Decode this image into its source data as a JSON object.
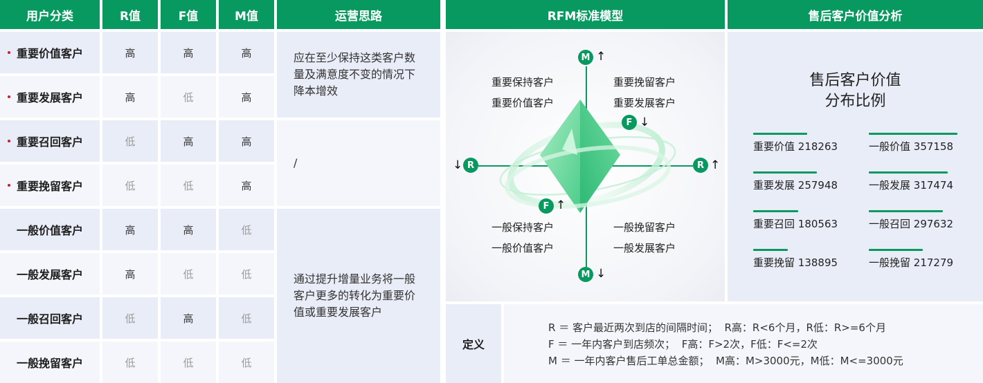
{
  "headers": {
    "user_class": "用户分类",
    "r": "R值",
    "f": "F值",
    "m": "M值",
    "ops": "运营思路",
    "rfm_model": "RFM标准模型",
    "after_sales": "售后客户价值分析"
  },
  "rows": [
    {
      "name": "重要价值客户",
      "important": true,
      "r": "高",
      "f": "高",
      "m": "高"
    },
    {
      "name": "重要发展客户",
      "important": true,
      "r": "高",
      "f": "低",
      "m": "高"
    },
    {
      "name": "重要召回客户",
      "important": true,
      "r": "低",
      "f": "高",
      "m": "高"
    },
    {
      "name": "重要挽留客户",
      "important": true,
      "r": "低",
      "f": "低",
      "m": "高"
    },
    {
      "name": "一般价值客户",
      "important": false,
      "r": "高",
      "f": "高",
      "m": "低"
    },
    {
      "name": "一般发展客户",
      "important": false,
      "r": "高",
      "f": "低",
      "m": "低"
    },
    {
      "name": "一般召回客户",
      "important": false,
      "r": "低",
      "f": "高",
      "m": "低"
    },
    {
      "name": "一般挽留客户",
      "important": false,
      "r": "低",
      "f": "低",
      "m": "低"
    }
  ],
  "ops": [
    "应在至少保持这类客户数量及满意度不变的情况下降本增效",
    "/",
    "通过提升增量业务将一般客户更多的转化为重要价值或重要发展客户"
  ],
  "rfm": {
    "quadrants": {
      "top_left": [
        "重要保持客户",
        "重要价值客户"
      ],
      "top_right": [
        "重要挽留客户",
        "重要发展客户"
      ],
      "bottom_left": [
        "一般保持客户",
        "一般价值客户"
      ],
      "bottom_right": [
        "一般挽留客户",
        "一般发展客户"
      ]
    },
    "nodes": {
      "m_top": {
        "letter": "M",
        "arrow": "↑"
      },
      "m_bottom": {
        "letter": "M",
        "arrow": "↓"
      },
      "r_left": {
        "letter": "R",
        "arrow": "↓"
      },
      "r_right": {
        "letter": "R",
        "arrow": "↑"
      },
      "f_upper": {
        "letter": "F",
        "arrow": "↓"
      },
      "f_lower": {
        "letter": "F",
        "arrow": "↑"
      }
    }
  },
  "analysis": {
    "title_line1": "售后客户价值",
    "title_line2": "分布比例",
    "items": [
      {
        "label": "重要价值",
        "value": 218263
      },
      {
        "label": "一般价值",
        "value": 357158
      },
      {
        "label": "重要发展",
        "value": 257948
      },
      {
        "label": "一般发展",
        "value": 317474
      },
      {
        "label": "重要召回",
        "value": 180563
      },
      {
        "label": "一般召回",
        "value": 297632
      },
      {
        "label": "重要挽留",
        "value": 138895
      },
      {
        "label": "一般挽留",
        "value": 217279
      }
    ]
  },
  "definition": {
    "label": "定义",
    "lines": [
      "R ＝ 客户最近两次到店的间隔时间；  R高：R<6个月，R低：R>=6个月",
      "F ＝ 一年内客户到店频次；  F高：F>2次，F低：F<=2次",
      "M ＝ 一年内客户售后工单总金额；  M高：M>3000元，M低：M<=3000元"
    ]
  },
  "colors": {
    "accent": "#07995f",
    "row_bg_a": "#e9edf7",
    "row_bg_b": "#f5f6fb",
    "important_dot": "#d11a2a"
  }
}
